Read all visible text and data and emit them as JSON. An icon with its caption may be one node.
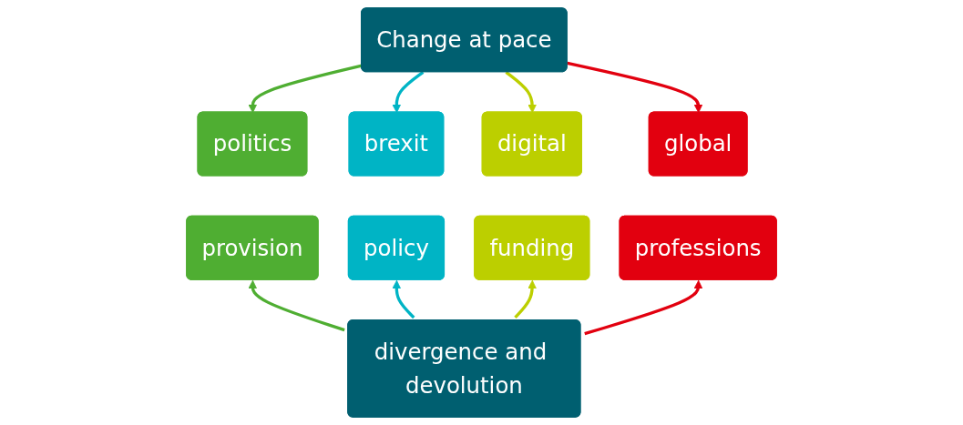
{
  "diagram": {
    "nodes": [
      {
        "text": [
          "Change at pace"
        ]
      },
      {
        "text": [
          "politics"
        ]
      },
      {
        "text": [
          "brexit"
        ]
      },
      {
        "text": [
          "digital"
        ]
      },
      {
        "text": [
          "global"
        ]
      },
      {
        "text": [
          "provision"
        ]
      },
      {
        "text": [
          "policy"
        ]
      },
      {
        "text": [
          "funding"
        ]
      },
      {
        "text": [
          "professions"
        ]
      },
      {
        "text": [
          "divergence and devolution"
        ]
      }
    ],
    "edges": [
      {
        "from": 0,
        "to": 1,
        "arrow": "to",
        "color": "#4fae32"
      },
      {
        "from": 0,
        "to": 2,
        "arrow": "to",
        "color": "#00b4c5"
      },
      {
        "from": 0,
        "to": 3,
        "arrow": "to",
        "color": "#bccf00"
      },
      {
        "from": 0,
        "to": 4,
        "arrow": "to",
        "color": "#e2000f"
      },
      {
        "from": 9,
        "to": 5,
        "arrow": "to",
        "color": "#4fae32"
      },
      {
        "from": 9,
        "to": 6,
        "arrow": "to",
        "color": "#00b4c5"
      },
      {
        "from": 9,
        "to": 7,
        "arrow": "to",
        "color": "#bccf00"
      },
      {
        "from": 9,
        "to": 8,
        "arrow": "to",
        "color": "#e2000f"
      }
    ]
  }
}
